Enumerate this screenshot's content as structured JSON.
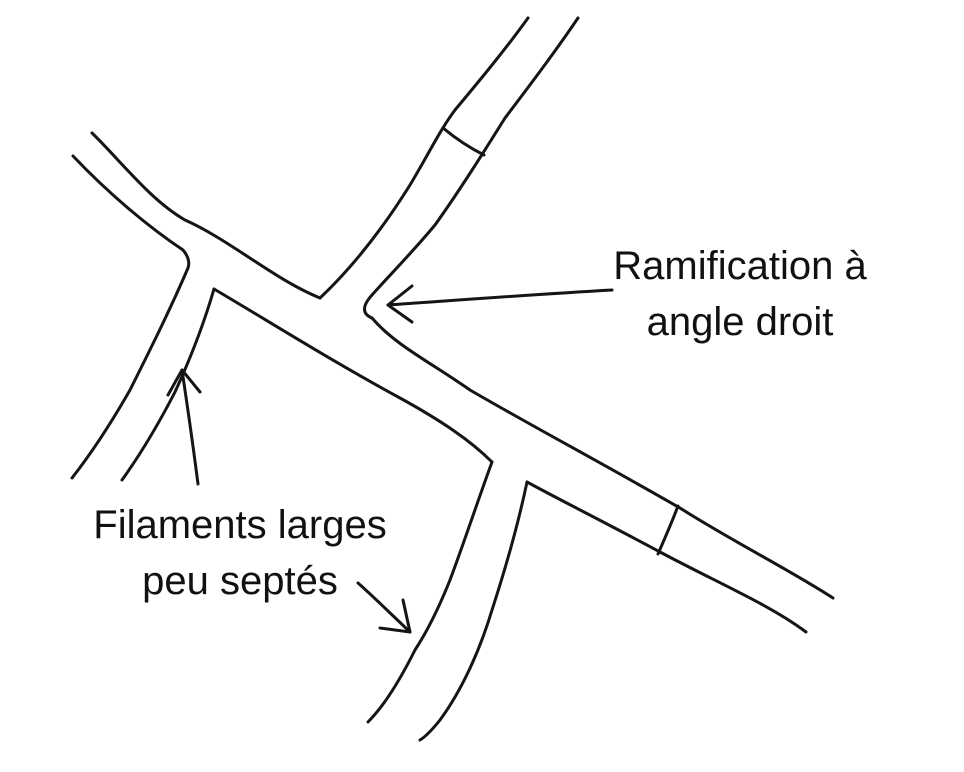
{
  "labels": {
    "ramification": {
      "line1": "Ramification à",
      "line2": "angle droit"
    },
    "filaments": {
      "line1": "Filaments larges",
      "line2": "peu septés"
    }
  },
  "colors": {
    "ink": "#151515",
    "background": "#ffffff"
  }
}
